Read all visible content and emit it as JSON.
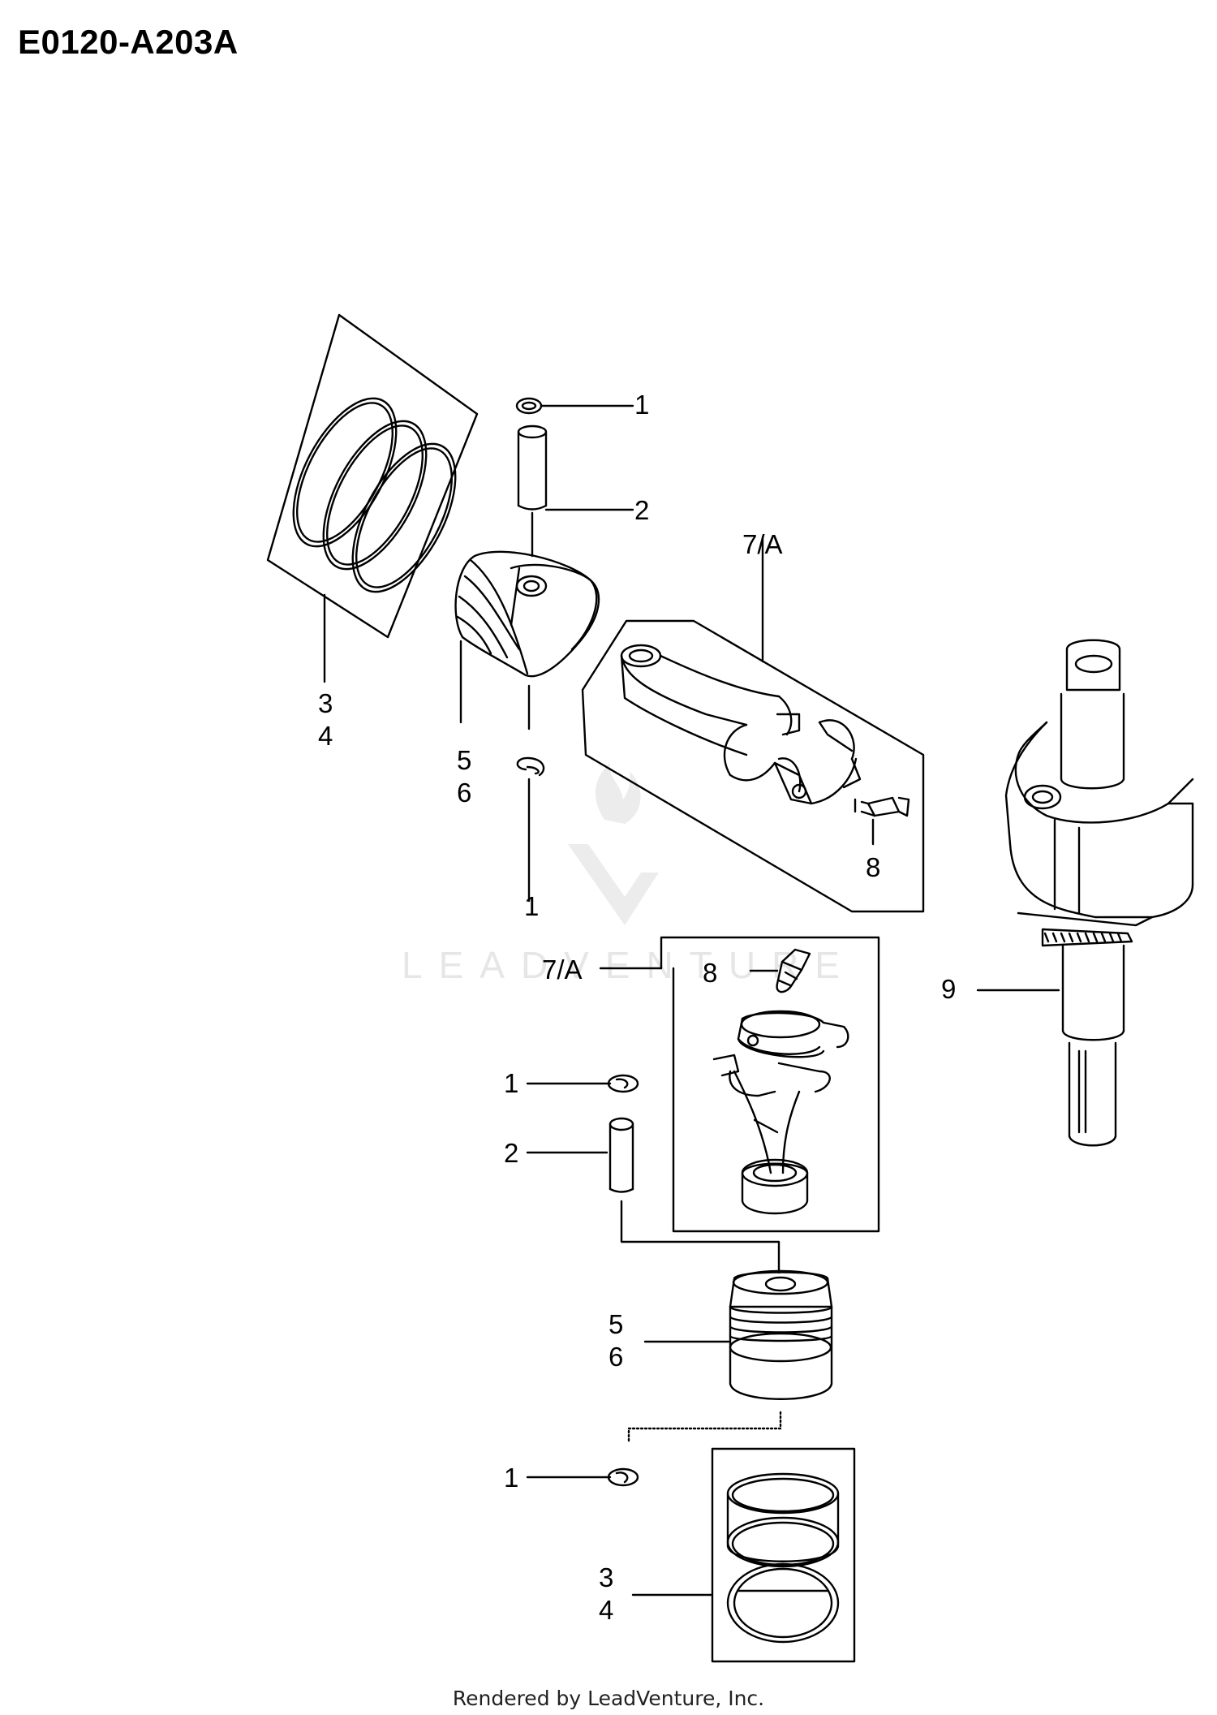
{
  "title": "E0120-A203A",
  "footer": "Rendered by LeadVenture, Inc.",
  "watermark": {
    "text": "LEADVENTURE",
    "color": "#e6e6e6"
  },
  "callouts": {
    "pin_clip_top": "1",
    "piston_pin_top": "2",
    "rod_assembly_top": "7/A",
    "rings_top_a": "3",
    "rings_top_b": "4",
    "piston_top_a": "5",
    "piston_top_b": "6",
    "pin_clip_mid": "1",
    "rod_bolt_top": "8",
    "crankshaft": "9",
    "rod_assembly_bottom": "7/A",
    "rod_bolt_bottom": "8",
    "pin_clip_lower_a": "1",
    "piston_pin_bottom": "2",
    "piston_bottom_a": "5",
    "piston_bottom_b": "6",
    "pin_clip_lower_b": "1",
    "rings_bottom_a": "3",
    "rings_bottom_b": "4"
  }
}
